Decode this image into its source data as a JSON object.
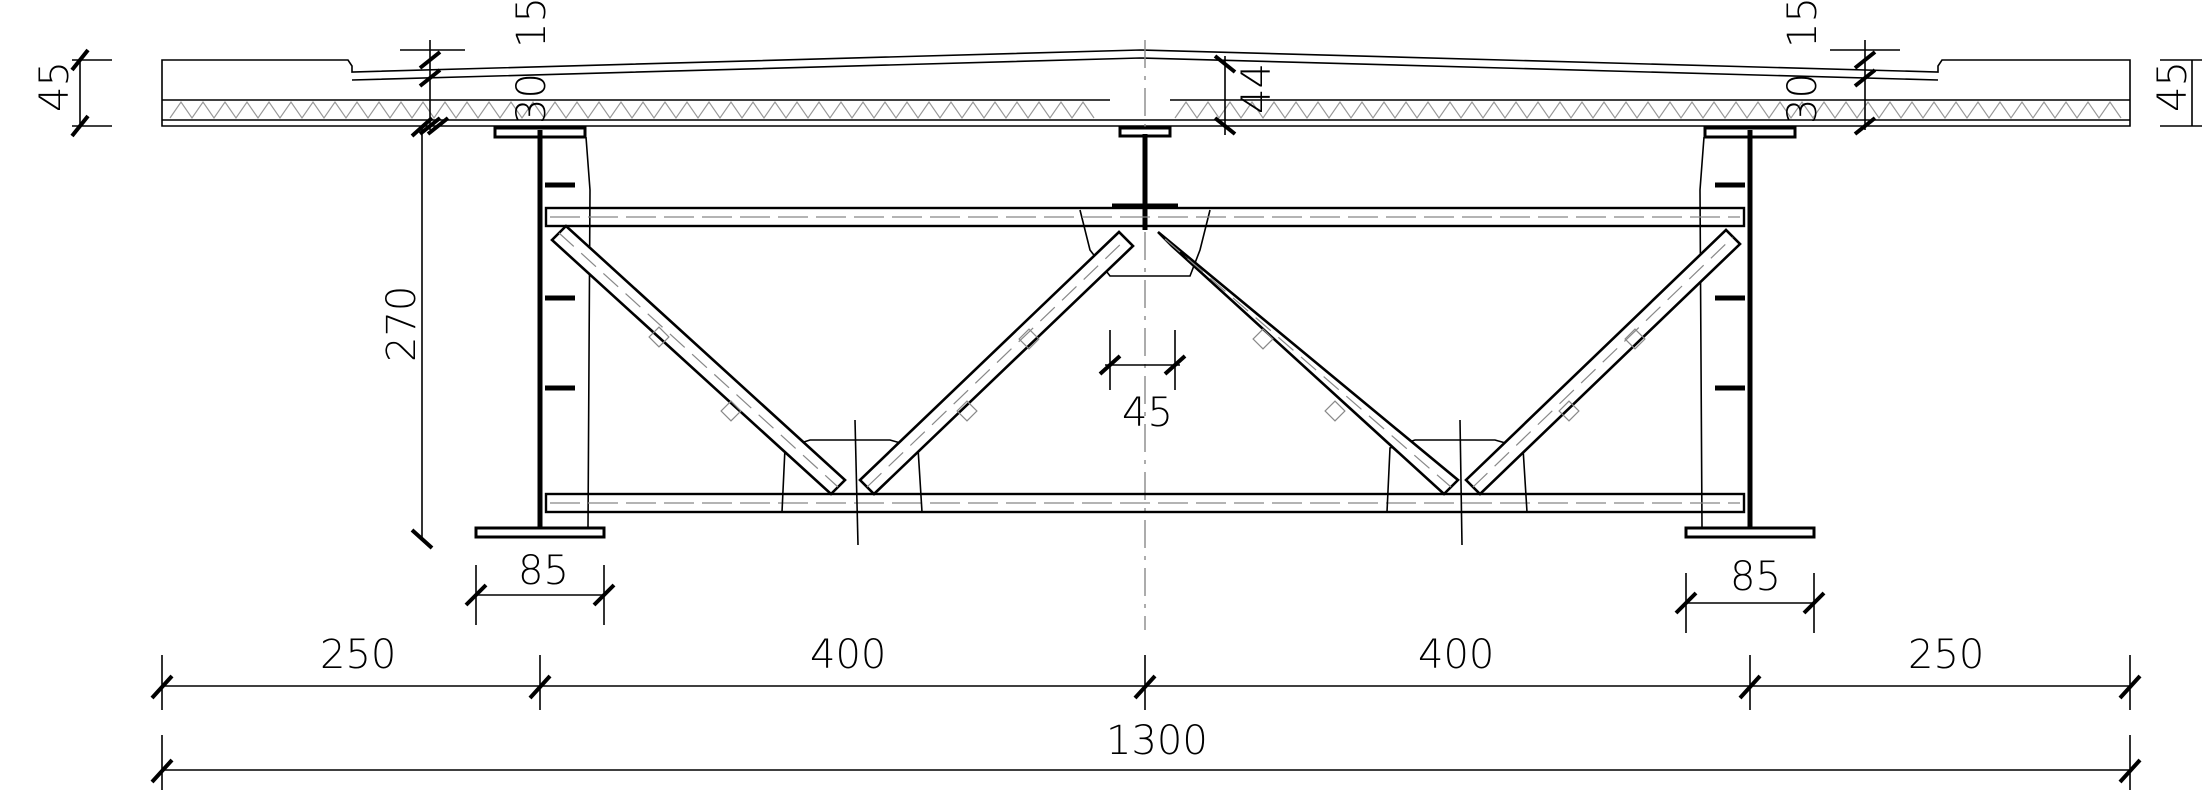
{
  "dimensions": {
    "deck_left_thickness": "45",
    "deck_right_thickness": "45",
    "topping_left": "15",
    "topping_right": "15",
    "slab_left": "30",
    "slab_right": "30",
    "center_depth": "44",
    "girder_height": "270",
    "brace_gap": "45",
    "flange_left": "85",
    "flange_right": "85",
    "span_left_overhang": "250",
    "span_left_bay": "400",
    "span_right_bay": "400",
    "span_right_overhang": "250",
    "overall_width": "1300"
  }
}
